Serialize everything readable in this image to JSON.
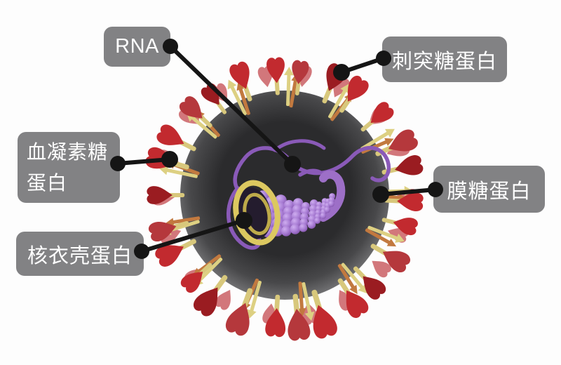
{
  "diagram": {
    "title": "virus structure diagram",
    "labels": [
      {
        "id": "rna",
        "text": "RNA"
      },
      {
        "id": "spike",
        "text": "刺突糖蛋白"
      },
      {
        "id": "hemagglutinin",
        "text": "血凝素糖蛋白"
      },
      {
        "id": "membrane",
        "text": "膜糖蛋白"
      },
      {
        "id": "nucleocapsid",
        "text": "核衣壳蛋白"
      }
    ],
    "colors": {
      "background": "#fdfdfd",
      "label_bg": "#828284",
      "label_text": "#ffffff",
      "callout_line": "#151515",
      "envelope_core": "#2b2b2d",
      "envelope_mid": "#48484a",
      "envelope_rim": "#707072",
      "spike_red": "#c22a2f",
      "spike_red_mid": "#b5383c",
      "spike_red_dark": "#9a1c21",
      "spike_pink": "#d2777b",
      "stalk_yellow": "#d8c87c",
      "rod_yellow": "#ddd082",
      "rod_orange": "#c2793f",
      "rna_purple": "#8a5ab8",
      "capsid_purple": "#a77bd3",
      "capsid_purple_light": "#cfaef0",
      "capsid_purple_dark": "#8050a8",
      "capsid_tube": "#9d6fc7",
      "ring_yellow": "#dcc860",
      "ring_yellow_dark": "#c7b24c",
      "ring_opening": "#241c2e"
    }
  }
}
